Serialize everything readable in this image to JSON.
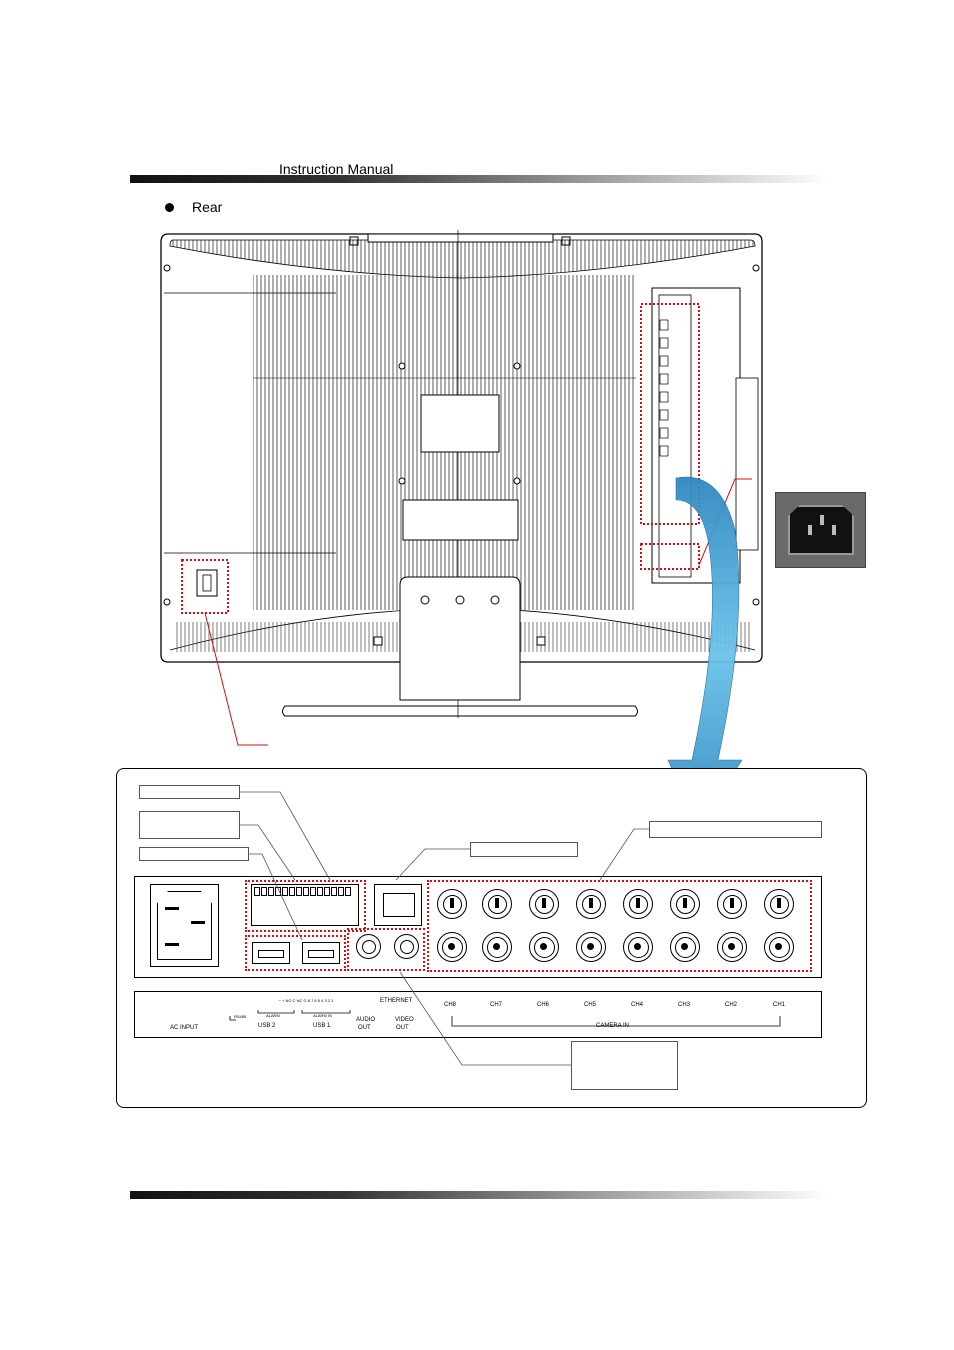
{
  "header": {
    "title": "Instruction Manual"
  },
  "section": {
    "bullet_text": "Rear"
  },
  "panel": {
    "ac_input": "AC INPUT",
    "rs485": "RS485",
    "alarm": "ALARM",
    "alarm_in": "ALARM IN",
    "usb2": "USB 2",
    "usb1": "USB 1",
    "ethernet": "ETHERNET",
    "audio_out_1": "AUDIO",
    "audio_out_2": "OUT",
    "video_out_1": "VIDEO",
    "video_out_2": "OUT",
    "camera_in": "CAMERA IN",
    "terminal_pins": "− + NO C NC G 8 7 6 5 4 3 2 1",
    "channels": [
      "CH8",
      "CH7",
      "CH6",
      "CH5",
      "CH4",
      "CH3",
      "CH2",
      "CH1"
    ]
  },
  "colors": {
    "callout_red": "#cc1111",
    "arrow_blue": "#4aa8d8",
    "outline": "#000000"
  }
}
